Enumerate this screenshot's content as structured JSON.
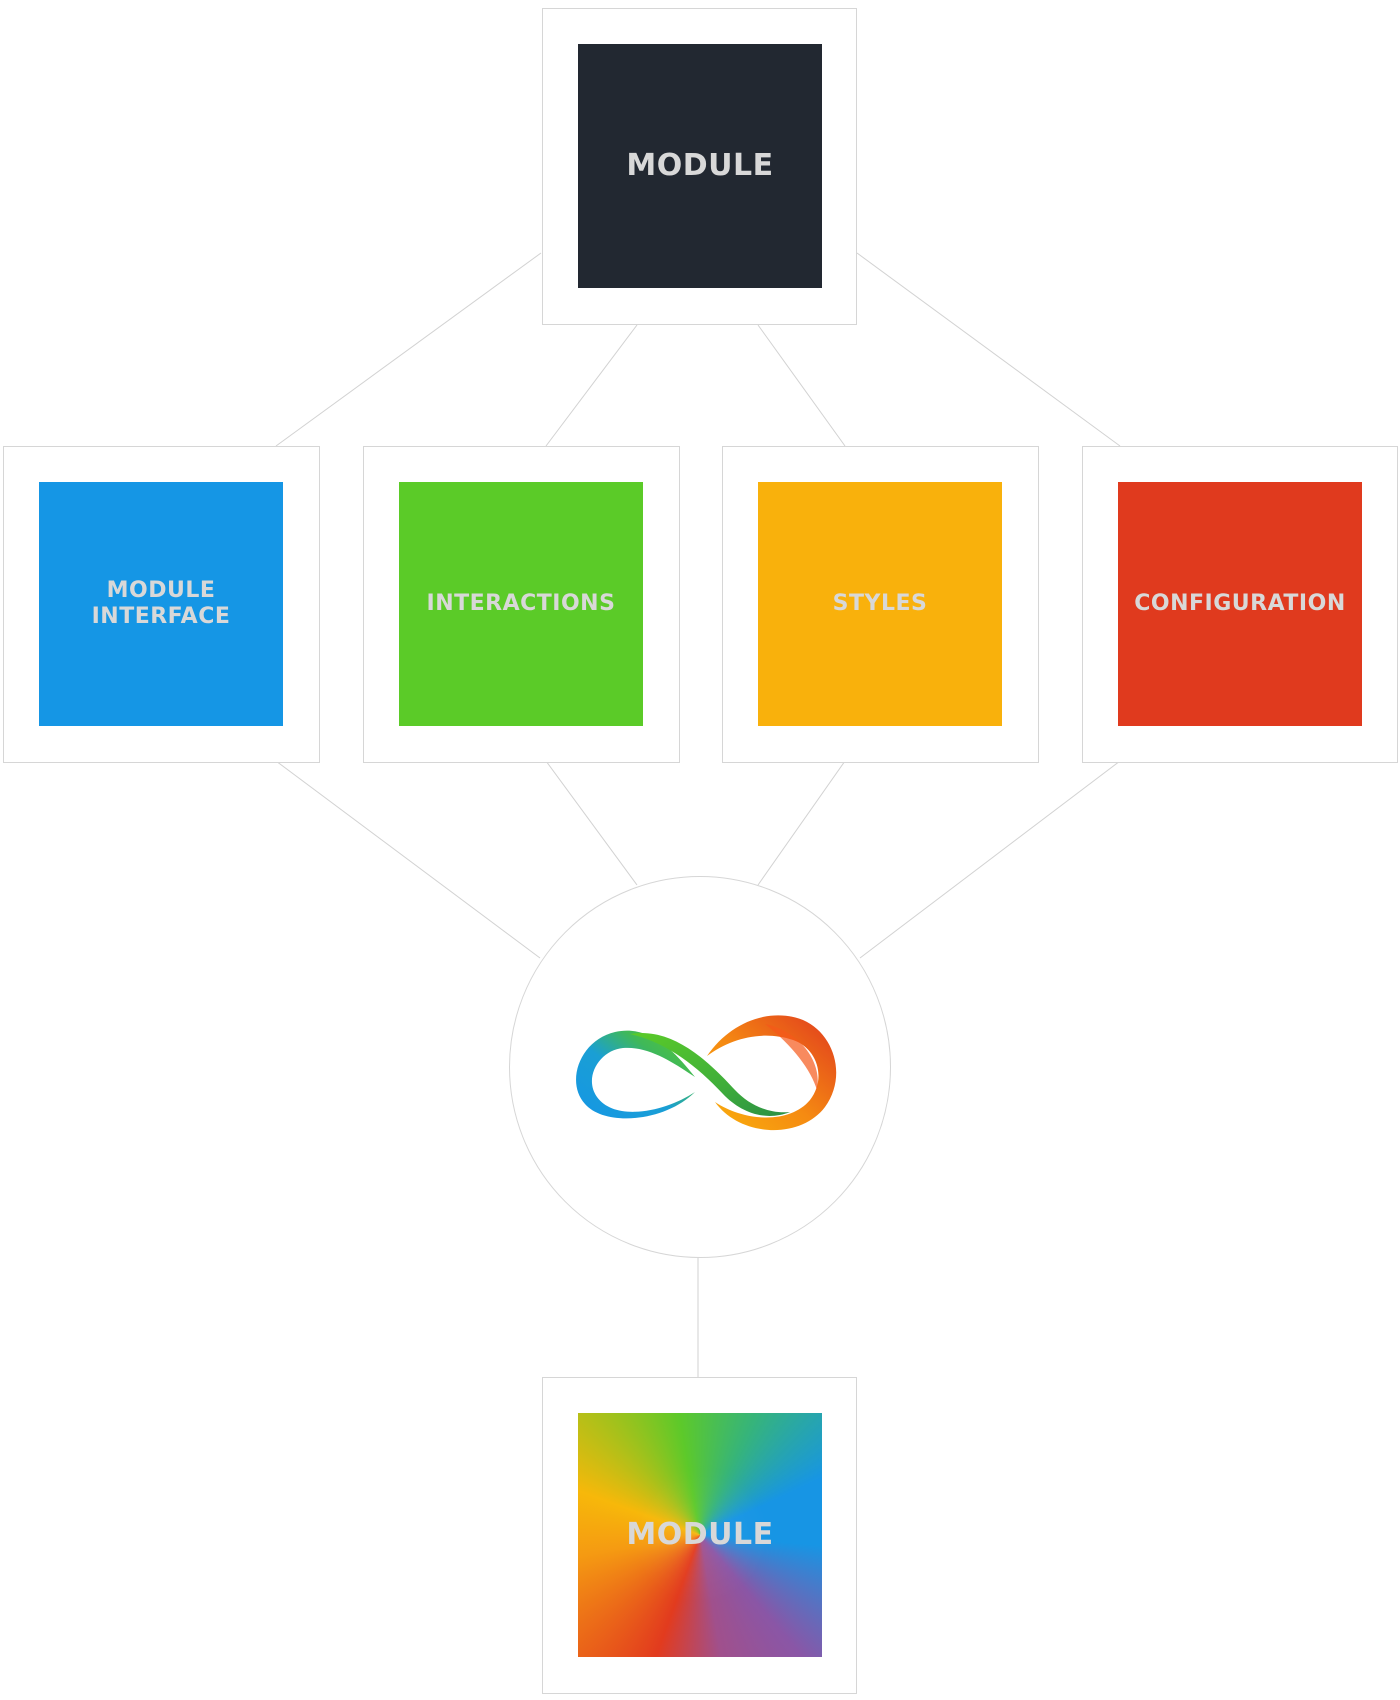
{
  "diagram": {
    "top_module": {
      "label": "MODULE",
      "color": "#222831"
    },
    "components": [
      {
        "label": "MODULE\nINTERFACE",
        "color": "#1596e5"
      },
      {
        "label": "INTERACTIONS",
        "color": "#5bcb28"
      },
      {
        "label": "STYLES",
        "color": "#f9b10c"
      },
      {
        "label": "CONFIGURATION",
        "color": "#e03a1e"
      }
    ],
    "hub": {
      "icon": "infinity-icon"
    },
    "bottom_module": {
      "label": "MODULE",
      "style": "rainbow"
    },
    "connector_color": "#d2d2d2"
  }
}
